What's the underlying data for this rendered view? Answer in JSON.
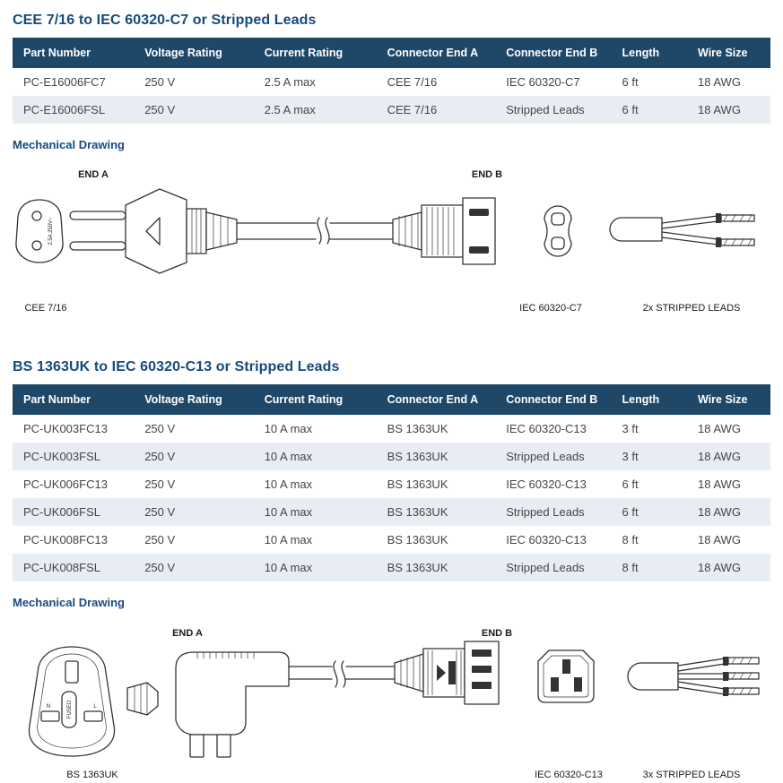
{
  "colors": {
    "title": "#174a7c",
    "table_header_bg": "#1f4768",
    "table_header_text": "#ffffff",
    "row_alt_bg": "#e8edf4",
    "body_text": "#454545"
  },
  "section1": {
    "title": "CEE 7/16 to IEC 60320-C7 or Stripped Leads",
    "mechanical_heading": "Mechanical Drawing",
    "table": {
      "headers": [
        "Part Number",
        "Voltage Rating",
        "Current Rating",
        "Connector End A",
        "Connector End B",
        "Length",
        "Wire Size"
      ],
      "rows": [
        [
          "PC-E16006FC7",
          "250 V",
          "2.5 A max",
          "CEE 7/16",
          "IEC 60320-C7",
          "6 ft",
          "18 AWG"
        ],
        [
          "PC-E16006FSL",
          "250 V",
          "2.5 A max",
          "CEE 7/16",
          "Stripped Leads",
          "6 ft",
          "18 AWG"
        ]
      ]
    },
    "drawing": {
      "end_a": "END A",
      "end_b": "END B",
      "plug_label": "CEE 7/16",
      "connector_label": "IEC 60320-C7",
      "leads_label": "2x STRIPPED LEADS",
      "plug_marking": "2.5A 250V~"
    }
  },
  "section2": {
    "title": "BS 1363UK to IEC 60320-C13 or Stripped Leads",
    "mechanical_heading": "Mechanical Drawing",
    "table": {
      "headers": [
        "Part Number",
        "Voltage Rating",
        "Current Rating",
        "Connector End A",
        "Connector End B",
        "Length",
        "Wire Size"
      ],
      "rows": [
        [
          "PC-UK003FC13",
          "250 V",
          "10 A max",
          "BS 1363UK",
          "IEC 60320-C13",
          "3 ft",
          "18 AWG"
        ],
        [
          "PC-UK003FSL",
          "250 V",
          "10 A max",
          "BS 1363UK",
          "Stripped Leads",
          "3 ft",
          "18 AWG"
        ],
        [
          "PC-UK006FC13",
          "250 V",
          "10 A max",
          "BS 1363UK",
          "IEC 60320-C13",
          "6 ft",
          "18 AWG"
        ],
        [
          "PC-UK006FSL",
          "250 V",
          "10 A max",
          "BS 1363UK",
          "Stripped Leads",
          "6 ft",
          "18 AWG"
        ],
        [
          "PC-UK008FC13",
          "250 V",
          "10 A max",
          "BS 1363UK",
          "IEC 60320-C13",
          "8 ft",
          "18 AWG"
        ],
        [
          "PC-UK008FSL",
          "250 V",
          "10 A max",
          "BS 1363UK",
          "Stripped Leads",
          "8 ft",
          "18 AWG"
        ]
      ]
    },
    "drawing": {
      "end_a": "END A",
      "end_b": "END B",
      "plug_label": "BS 1363UK",
      "connector_label": "IEC 60320-C13",
      "leads_label": "3x STRIPPED LEADS",
      "fuse_text": "FUSED",
      "neutral_text": "N",
      "live_text": "L"
    }
  }
}
